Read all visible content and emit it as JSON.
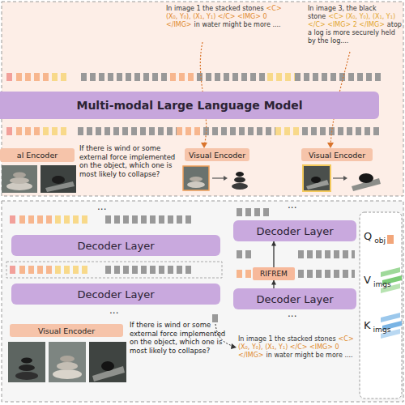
{
  "diagram": {
    "nodes": [
      {
        "text": [
          "Multi-modal Large Language Model"
        ]
      },
      {
        "text": [
          "al Encoder"
        ]
      },
      {
        "text": [
          "Visual Encoder"
        ]
      },
      {
        "text": [
          "Visual Encoder"
        ]
      },
      {
        "text": [
          "Decoder Layer"
        ]
      },
      {
        "text": [
          "Decoder Layer"
        ]
      },
      {
        "text": [
          "Visual Encoder"
        ]
      },
      {
        "text": [
          "Decoder Layer"
        ]
      },
      {
        "text": [
          "RIFREM"
        ]
      },
      {
        "text": [
          "Decoder Layer"
        ]
      }
    ],
    "edges": [
      {
        "from": 9,
        "to": 8,
        "arrow": "to"
      },
      {
        "from": 8,
        "to": 7,
        "arrow": "to"
      }
    ],
    "labels": [
      "In image 1 the stacked stones",
      "<C> (X₀, Y₀), (X₁, Y₁) </C> <IMG> 0 </IMG>",
      "in water might be more ....",
      "In image 3, the black stone",
      "<C> (X₀, Y₀), (X₁, Y₁) </C> <IMG> 2 </IMG>",
      "atop a log is more securely held by the log....",
      "If there is wind or some external force implemented on the object, which one is most likely to collapse?",
      "If there is wind or some external force implemented on the object, which one is most likely to collapse?",
      "In image 1 the stacked stones",
      "<C> (X₀, Y₀), (X₁, Y₁) </C> <IMG> 0 </IMG>",
      "in water might be more ....",
      "Q",
      "obj",
      "V",
      "imgs",
      "K",
      "imgs",
      "...",
      "...",
      "...",
      "..."
    ]
  }
}
